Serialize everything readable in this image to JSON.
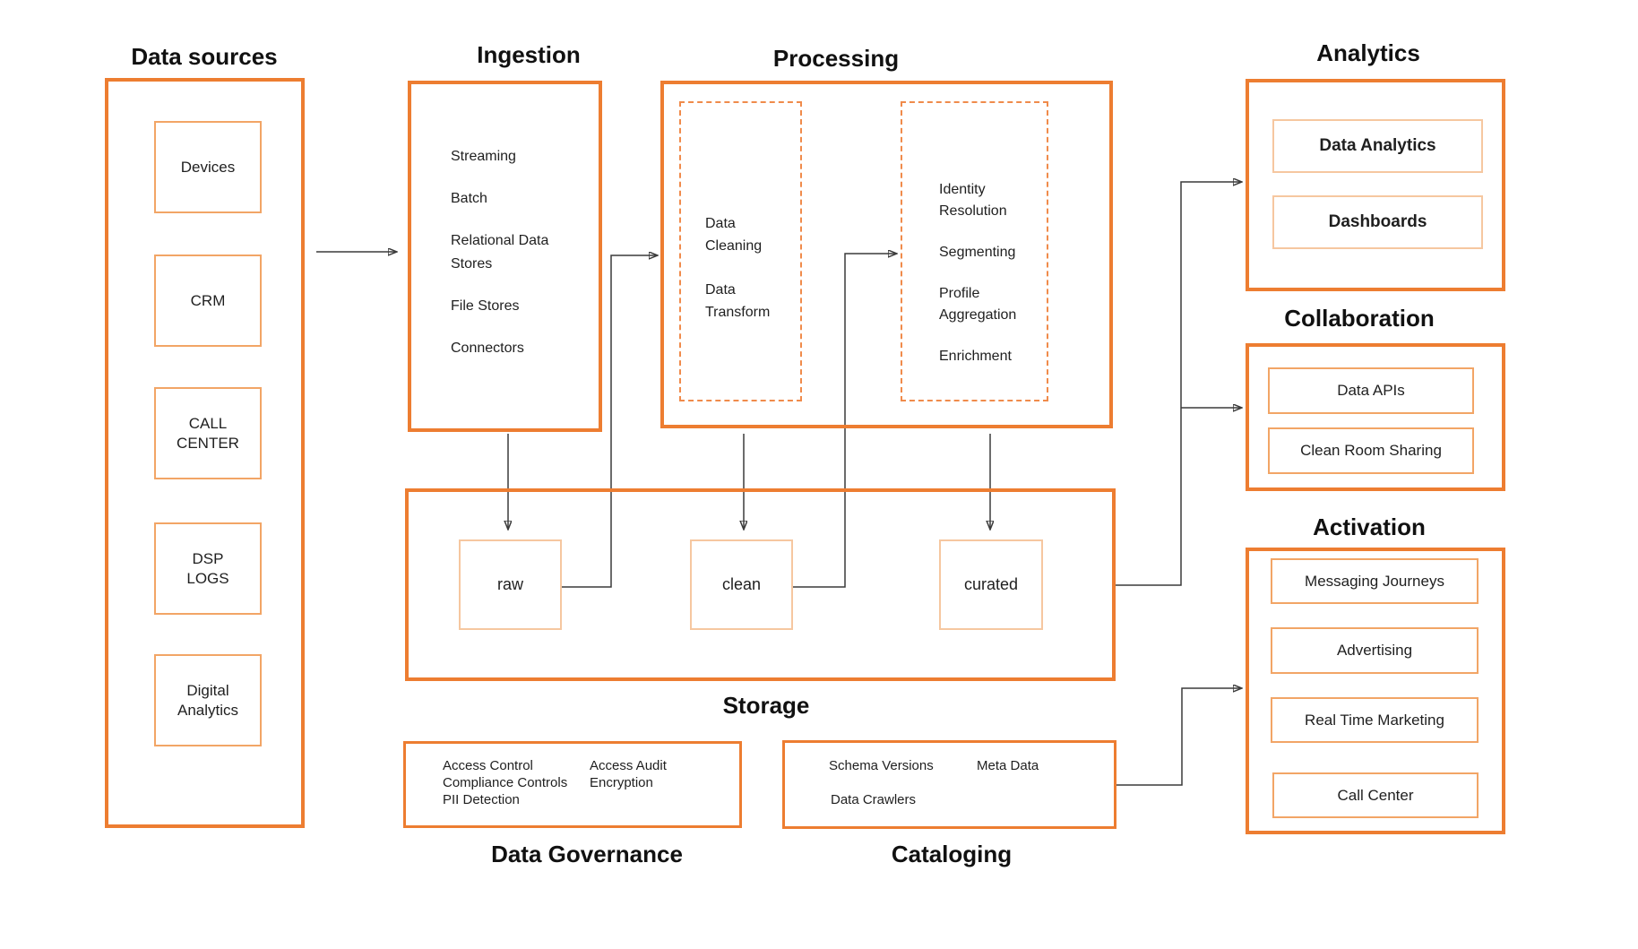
{
  "data_sources": {
    "title": "Data sources",
    "items": [
      "Devices",
      "CRM",
      "CALL CENTER",
      "DSP LOGS",
      "Digital Analytics"
    ]
  },
  "ingestion": {
    "title": "Ingestion",
    "items": [
      "Streaming",
      "Batch",
      "Relational Data Stores",
      "File Stores",
      "Connectors"
    ]
  },
  "processing": {
    "title": "Processing",
    "cleaning_group": [
      "Data Cleaning",
      "Data Transform"
    ],
    "identity_group": [
      "Identity Resolution",
      "Segmenting",
      "Profile Aggregation",
      "Enrichment"
    ]
  },
  "storage": {
    "title": "Storage",
    "zones": [
      "raw",
      "clean",
      "curated"
    ]
  },
  "data_governance": {
    "title": "Data Governance",
    "col1": [
      "Access Control",
      "Compliance Controls",
      "PII Detection"
    ],
    "col2": [
      "Access Audit",
      "Encryption"
    ]
  },
  "cataloging": {
    "title": "Cataloging",
    "row1": [
      "Schema Versions",
      "Meta Data"
    ],
    "row2": [
      "Data Crawlers"
    ]
  },
  "analytics": {
    "title": "Analytics",
    "items": [
      "Data Analytics",
      "Dashboards"
    ]
  },
  "collaboration": {
    "title": "Collaboration",
    "items": [
      "Data APIs",
      "Clean Room Sharing"
    ]
  },
  "activation": {
    "title": "Activation",
    "items": [
      "Messaging Journeys",
      "Advertising",
      "Real Time Marketing",
      "Call Center"
    ]
  },
  "colors": {
    "outer_border": "#ED7D31",
    "inner_border_medium": "#F2A566",
    "inner_border_light": "#F6C7A0",
    "dashed_border": "#F08B4B",
    "connector": "#3A3A3A"
  }
}
